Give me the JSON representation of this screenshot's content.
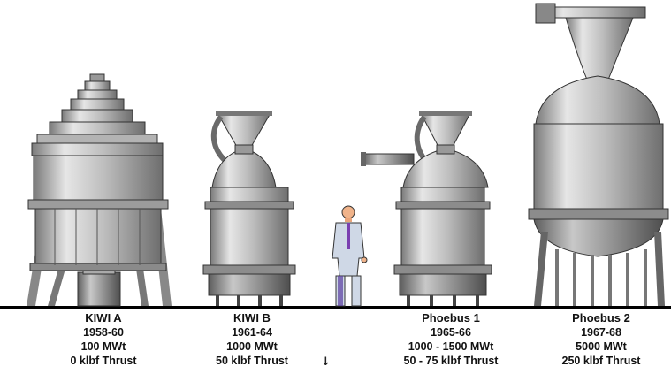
{
  "engines": [
    {
      "name": "KIWI A",
      "years": "1958-60",
      "power": "100 MWt",
      "thrust": "0 klbf Thrust"
    },
    {
      "name": "KIWI B",
      "years": "1961-64",
      "power": "1000 MWt",
      "thrust": "50 klbf Thrust"
    },
    {
      "name": "Phoebus 1",
      "years": "1965-66",
      "power": "1000 - 1500 MWt",
      "thrust": "50 - 75 klbf Thrust"
    },
    {
      "name": "Phoebus 2",
      "years": "1967-68",
      "power": "5000 MWt",
      "thrust": "250 klbf Thrust"
    }
  ],
  "arrow_glyph": "↓",
  "colors": {
    "metal_light": "#d9d9d9",
    "metal_mid": "#9a9a9a",
    "metal_dark": "#555555",
    "person_suit": "#cfd8e6",
    "person_shadow": "#5a3fa0",
    "ground": "#000000"
  }
}
